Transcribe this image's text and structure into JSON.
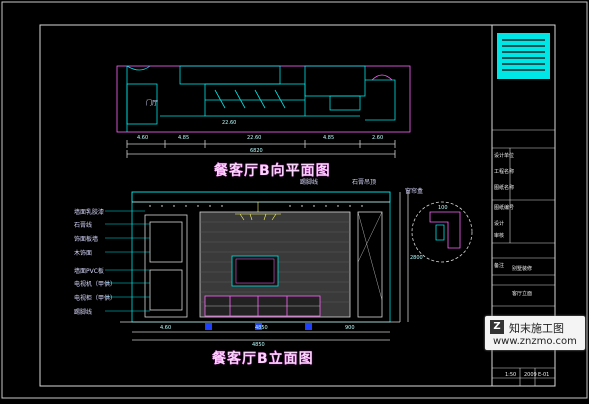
{
  "drawing": {
    "plan_title": "餐客厅B向平面图",
    "elev_title": "餐客厅B立面图",
    "plan_room_label": "门厅",
    "plan_dims": [
      "4.60",
      "4.85",
      "22.60",
      "4.85",
      "2.60"
    ],
    "plan_total": "6820",
    "plan_inner_dim": "22.60",
    "elev_labels_left": [
      "墙面乳胶漆",
      "石膏线",
      "饰面板墙",
      "木饰面",
      "墙面PVC板",
      "电视机（甲供）",
      "电视柜（甲供）",
      "踢脚线"
    ],
    "elev_labels_top": [
      "踢脚线",
      "石膏吊顶",
      "窗帘盒"
    ],
    "elev_dims_bottom": [
      "4.60",
      "4850",
      "900"
    ],
    "elev_total": "4850",
    "elev_height": "2800",
    "detail_dim": "100",
    "accent_color": "#00e5e5"
  },
  "title_block": {
    "rows": [
      "设计单位",
      "工程名称",
      "图纸名称",
      "图纸编号",
      "设计",
      "审核"
    ],
    "project": "别墅装修",
    "drawing_name": "客厅立面",
    "scale": "1:50",
    "date": "2009",
    "note_label": "备注",
    "sheet": "E-01"
  },
  "watermark": {
    "brand": "知末施工图",
    "url": "www.znzmo.com",
    "logo_glyph": "Z"
  }
}
